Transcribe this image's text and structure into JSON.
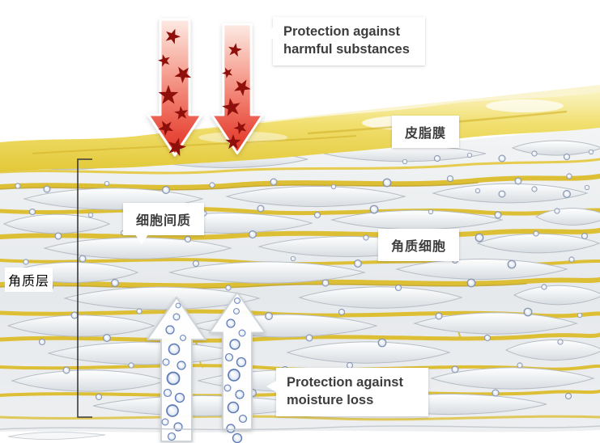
{
  "labels": {
    "protection_top": "Protection against harmful substances",
    "sebum_film": "皮脂膜",
    "intercellular_matrix": "细胞间质",
    "corneocyte": "角质细胞",
    "stratum_corneum": "角质层",
    "protection_bottom": "Protection against moisture loss"
  },
  "colors": {
    "sebum_yellow": "#e2c838",
    "lipid_yellow": "#ddbf35",
    "cell_gray": "#e2e6ea",
    "harmful_red": "#e03527",
    "star_red": "#8f100b",
    "bubble_blue": "#5f7bb4",
    "label_text": "#3d3d3d"
  }
}
